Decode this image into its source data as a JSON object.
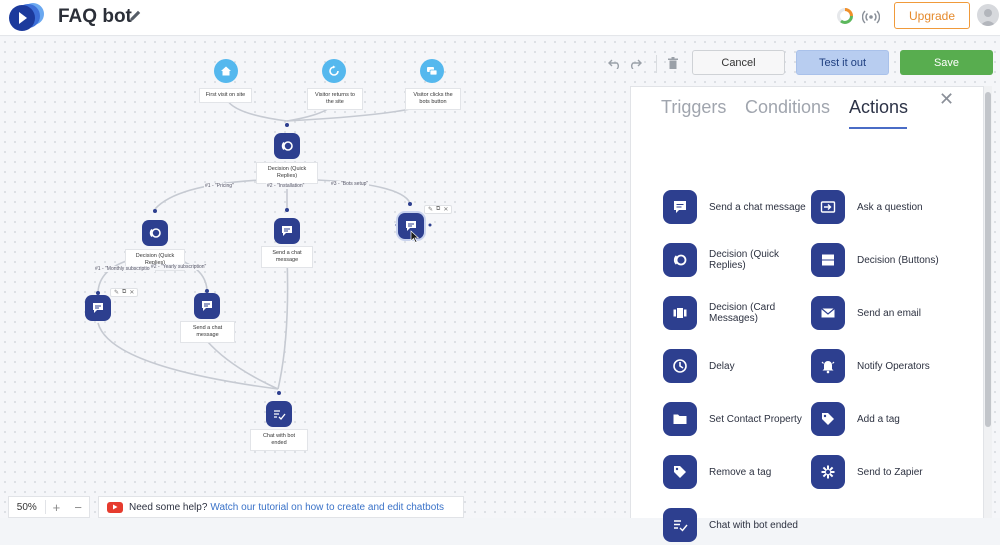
{
  "header": {
    "title": "FAQ bot",
    "upgrade_label": "Upgrade"
  },
  "toolbar": {
    "cancel_label": "Cancel",
    "test_label": "Test it out",
    "save_label": "Save"
  },
  "panel": {
    "tabs": [
      "Triggers",
      "Conditions",
      "Actions"
    ],
    "active_tab": "Actions",
    "actions": [
      {
        "label": "Send a chat message",
        "icon": "chat-message-icon"
      },
      {
        "label": "Ask a question",
        "icon": "ask-question-icon"
      },
      {
        "label": "Decision (Quick Replies)",
        "icon": "quick-replies-icon"
      },
      {
        "label": "Decision (Buttons)",
        "icon": "buttons-icon"
      },
      {
        "label": "Decision (Card Messages)",
        "icon": "card-messages-icon"
      },
      {
        "label": "Send an email",
        "icon": "email-icon"
      },
      {
        "label": "Delay",
        "icon": "clock-icon"
      },
      {
        "label": "Notify Operators",
        "icon": "bell-icon"
      },
      {
        "label": "Set Contact Property",
        "icon": "folder-icon"
      },
      {
        "label": "Add a tag",
        "icon": "tag-icon"
      },
      {
        "label": "Remove a tag",
        "icon": "tag-remove-icon"
      },
      {
        "label": "Send to Zapier",
        "icon": "zapier-icon"
      },
      {
        "label": "Chat with bot ended",
        "icon": "chat-ended-icon"
      }
    ]
  },
  "flow": {
    "triggers": [
      {
        "label": "First visit on site"
      },
      {
        "label": "Visitor returns to the site"
      },
      {
        "label": "Visitor clicks the bots button"
      }
    ],
    "nodes": {
      "decision_top": "Decision (Quick Replies)",
      "decision_left": "Decision (Quick Replies)",
      "send_chat_mid": "Send a chat message",
      "send_chat_low": "Send a chat message",
      "chat_ended": "Chat with bot ended"
    },
    "edge_labels": {
      "e1": "#1 - \"Pricing\"",
      "e2": "#2 - \"Installation\"",
      "e3": "#3 - \"Bots setup\"",
      "e4": "#1 - \"Monthly subscription\"",
      "e5": "#2 - \"Yearly subscription\""
    }
  },
  "footer": {
    "zoom": "50%",
    "help_text": "Need some help?",
    "help_link": "Watch our tutorial on how to create and edit chatbots"
  },
  "colors": {
    "node": "#2d3f8f",
    "trigger": "#55b8ee",
    "save": "#58ad4f",
    "test": "#b8cdf0",
    "upgrade": "#f09a3a"
  }
}
